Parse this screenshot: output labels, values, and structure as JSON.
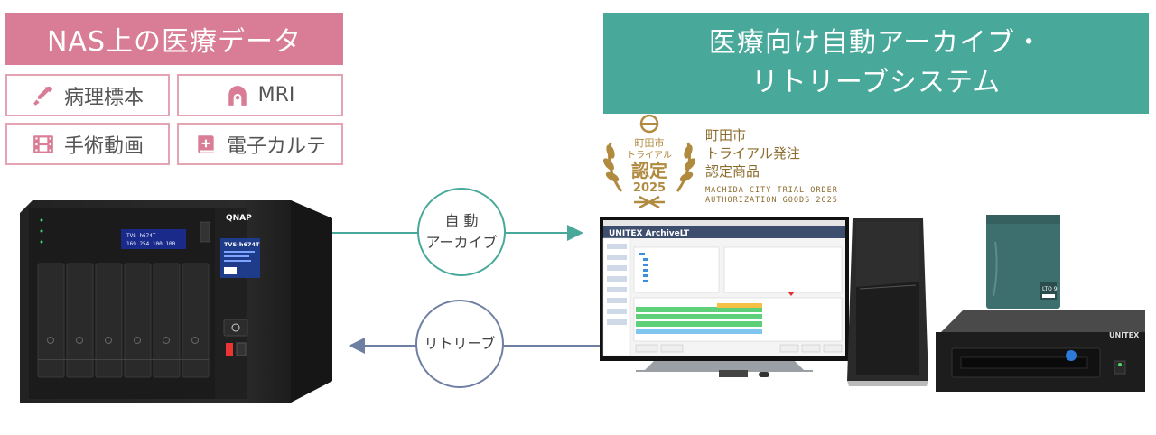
{
  "left_panel": {
    "title": "NAS上の医療データ",
    "categories": [
      {
        "label": "病理標本",
        "icon": "pipette-icon"
      },
      {
        "label": "MRI",
        "icon": "mri-scanner-icon"
      },
      {
        "label": "手術動画",
        "icon": "film-icon"
      },
      {
        "label": "電子カルテ",
        "icon": "medical-book-icon"
      }
    ]
  },
  "right_panel": {
    "title_line1": "医療向け自動アーカイブ・",
    "title_line2": "リトリーブシステム"
  },
  "badge": {
    "emblem_line1": "町田市",
    "emblem_line2": "トライアル",
    "emblem_line3": "認定",
    "emblem_year": "2025",
    "text_line1": "町田市",
    "text_line2": "トライアル発注",
    "text_line3": "認定商品",
    "en_line1": "MACHIDA CITY TRIAL ORDER",
    "en_line2": "AUTHORIZATION GOODS 2025"
  },
  "flow": {
    "archive_line1": "自 動",
    "archive_line2": "アーカイブ",
    "retrieve_label": "リトリーブ"
  },
  "devices": {
    "nas_brand": "QNAP",
    "nas_lcd_line1": "TVS-h674T",
    "nas_lcd_line2": "169.254.100.100",
    "nas_model": "TVS-h674T",
    "app_title": "UNITEX ArchiveLT",
    "drive_brand": "UNITEX",
    "tape_label": "LTO 9"
  },
  "colors": {
    "pink": "#d97c95",
    "pink_border": "#e3a3b3",
    "teal": "#48a99b",
    "navy_arrow": "#6e7fa3",
    "gold": "#b08a3e"
  }
}
